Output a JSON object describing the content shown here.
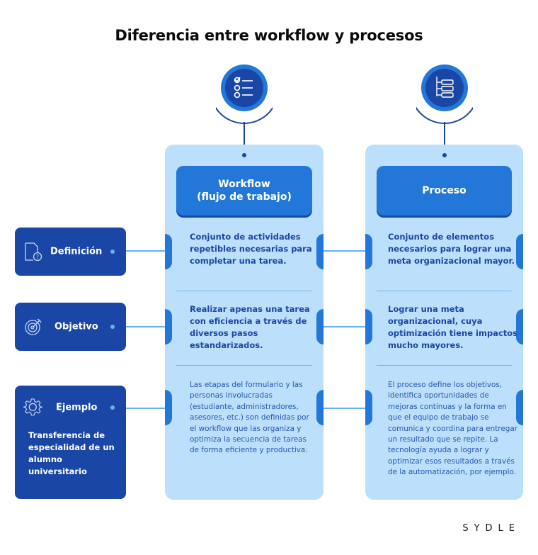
{
  "title": "Diferencia entre workflow y procesos",
  "colors": {
    "dark_blue": "#1a47a5",
    "mid_blue": "#2277d8",
    "light_blue": "#bcdffb",
    "accent_line": "#66b2f3"
  },
  "rows": [
    {
      "label": "Definición",
      "icon": "document-question-icon"
    },
    {
      "label": "Objetivo",
      "icon": "target-icon"
    },
    {
      "label": "Ejemplo",
      "icon": "gear-icon",
      "body": "Transferencia de especialidad de un alumno universitario"
    }
  ],
  "columns": [
    {
      "icon": "checklist-icon",
      "header": "Workflow\n(flujo de trabajo)",
      "definition": "Conjunto de actividades repetibles necesarias para completar una tarea.",
      "objective": "Realizar apenas una tarea con eficiencia a través de diversos pasos estandarizados.",
      "example": "Las etapas del formulario y las personas involucradas (estudiante, administradores, asesores, etc.) son definidas por el workflow que las organiza y optimiza la secuencia de tareas de forma eficiente y productiva."
    },
    {
      "icon": "hierarchy-icon",
      "header": "Proceso",
      "definition": "Conjunto de elementos necesarios para lograr una meta organizacional mayor.",
      "objective": "Lograr una meta organizacional, cuya optimización tiene impactos mucho mayores.",
      "example": "El proceso define los objetivos, identifica oportunidades de mejoras contínuas y la forma en que el equipo de trabajo se comunica y coordina para entregar un resultado que se repite. La tecnología ayuda a lograr y optimizar esos resultados a través de la automatización, por ejemplo."
    }
  ],
  "brand": "SYDLE"
}
